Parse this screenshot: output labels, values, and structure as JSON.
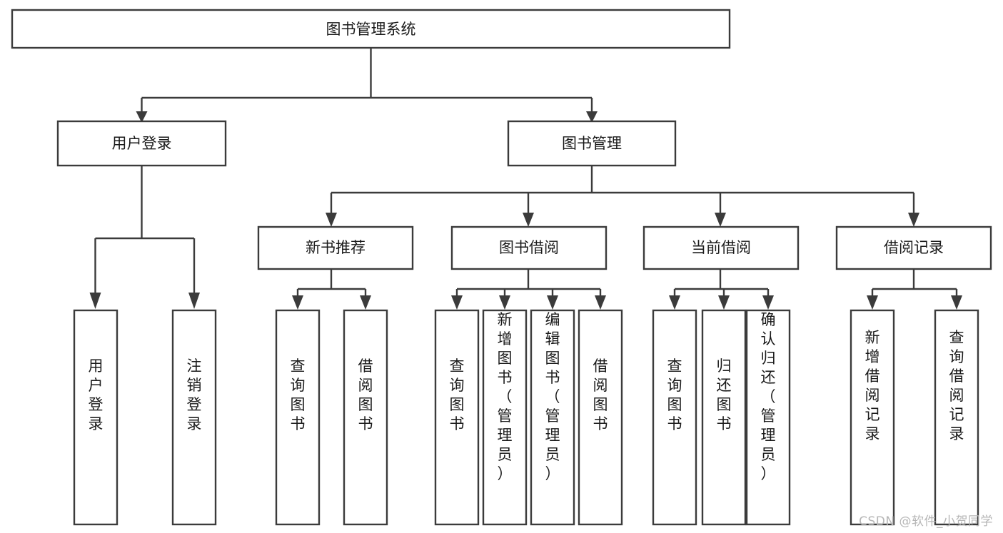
{
  "diagram": {
    "title": "图书管理系统",
    "type": "tree-hierarchy-diagram",
    "root": {
      "label": "图书管理系统"
    },
    "level2": [
      {
        "label": "用户登录"
      },
      {
        "label": "图书管理"
      }
    ],
    "level3": [
      {
        "label": "新书推荐"
      },
      {
        "label": "图书借阅"
      },
      {
        "label": "当前借阅"
      },
      {
        "label": "借阅记录"
      }
    ],
    "leaves_user_login": [
      {
        "label": "用户登录"
      },
      {
        "label": "注销登录"
      }
    ],
    "leaves_new_books": [
      {
        "label": "查询图书"
      },
      {
        "label": "借阅图书"
      }
    ],
    "leaves_book_borrow": [
      {
        "label": "查询图书"
      },
      {
        "label": "新增图书（管理员）"
      },
      {
        "label": "编辑图书（管理员）"
      },
      {
        "label": "借阅图书"
      }
    ],
    "leaves_current_borrow": [
      {
        "label": "查询图书"
      },
      {
        "label": "归还图书"
      },
      {
        "label": "确认归还（管理员）"
      }
    ],
    "leaves_borrow_record": [
      {
        "label": "新增借阅记录"
      },
      {
        "label": "查询借阅记录"
      }
    ]
  },
  "watermark": {
    "text": "CSDN @软件_小贺同学"
  },
  "colors": {
    "box_stroke": "#3b3b3b",
    "box_fill": "#ffffff",
    "text": "#1a1a1a",
    "watermark": "#b6b6b6",
    "background": "#ffffff"
  }
}
